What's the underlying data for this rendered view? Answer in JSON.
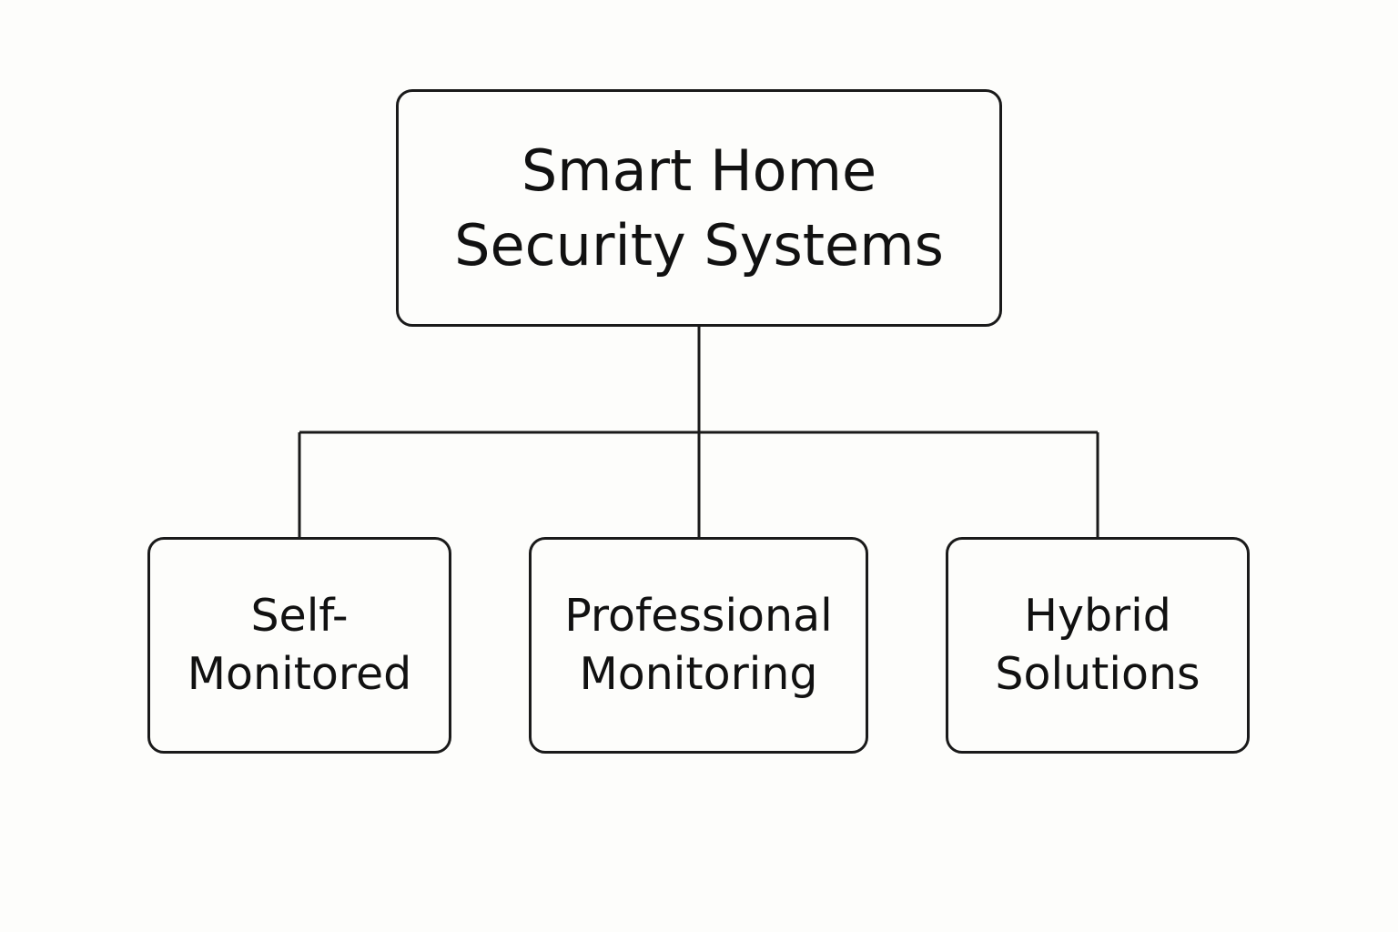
{
  "diagram": {
    "root": {
      "lines": [
        "Smart Home",
        "Security Systems"
      ]
    },
    "children": [
      {
        "lines": [
          "Self-",
          "Monitored"
        ]
      },
      {
        "lines": [
          "Professional",
          "Monitoring"
        ]
      },
      {
        "lines": [
          "Hybrid",
          "Solutions"
        ]
      }
    ]
  },
  "colors": {
    "background": "#fdfdfb",
    "stroke": "#1a1a1a",
    "text": "#111111"
  }
}
